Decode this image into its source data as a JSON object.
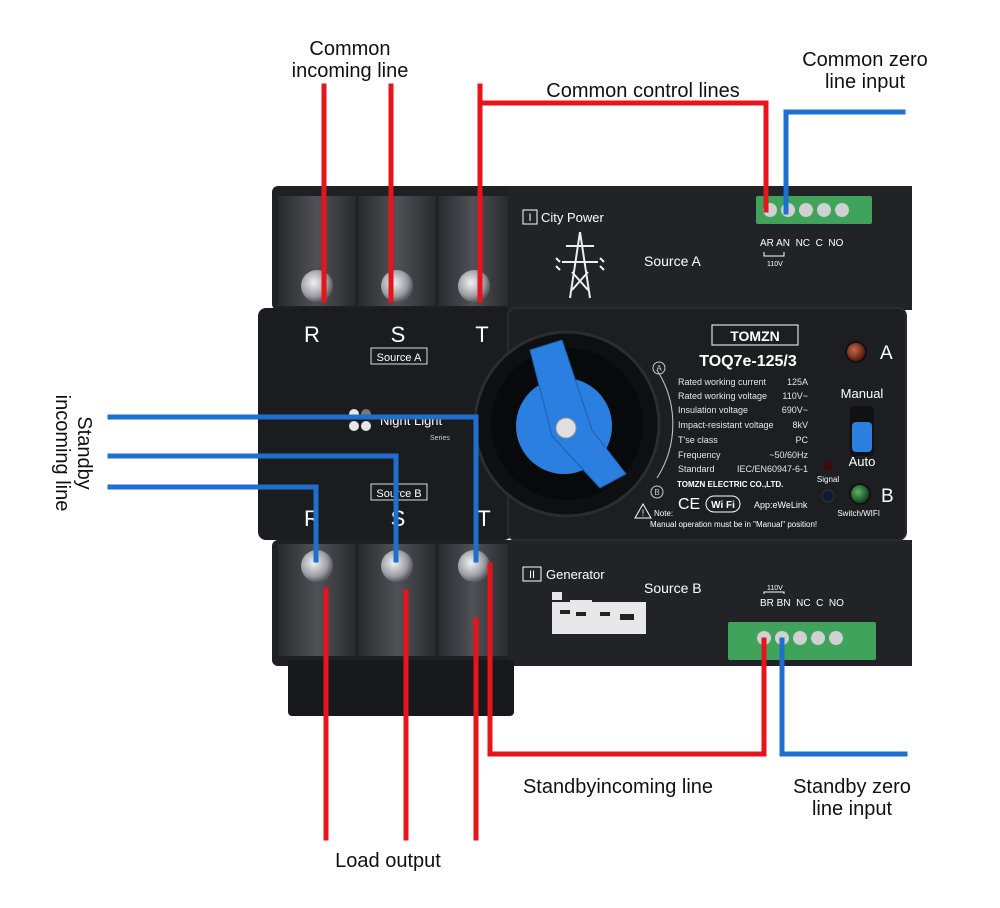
{
  "labels": {
    "common_incoming": [
      "Common",
      "incoming line"
    ],
    "common_control": "Common control lines",
    "common_zero": [
      "Common zero",
      "line input"
    ],
    "standby_incoming_left": [
      "Standby",
      "incoming line"
    ],
    "standby_incoming_bottom": "Standbyincoming line",
    "standby_zero": [
      "Standby zero",
      "line input"
    ],
    "load_output": "Load output"
  },
  "device": {
    "source_a_phases": [
      "R",
      "S",
      "T"
    ],
    "source_a_badge": "Source A",
    "source_b_phases": [
      "R",
      "S",
      "T"
    ],
    "source_b_badge": "Source B",
    "night_light": "Night Light",
    "night_light_series": "Series",
    "city_power_num": "I",
    "city_power": "City Power",
    "source_a_label": "Source A",
    "generator_num": "II",
    "generator": "Generator",
    "source_b_label": "Source B",
    "terminal_a_labels": "AR AN  NC  C  NO",
    "terminal_a_volt": "110V",
    "terminal_b_labels": "BR BN  NC  C  NO",
    "terminal_b_volt": "110V",
    "brand": "TOMZN",
    "model": "TOQ7e-125/3",
    "indicator_a": "A",
    "indicator_b": "B",
    "manual": "Manual",
    "auto": "Auto",
    "signal": "Signal",
    "dial_a": "A",
    "dial_b": "B",
    "specs": [
      {
        "k": "Rated working current",
        "v": "125A"
      },
      {
        "k": "Rated working voltage",
        "v": "110V~"
      },
      {
        "k": "Insulation voltage",
        "v": "690V~"
      },
      {
        "k": "Impact-resistant voltage",
        "v": "8kV"
      },
      {
        "k": "T'se class",
        "v": "PC"
      },
      {
        "k": "Frequency",
        "v": "~50/60Hz"
      },
      {
        "k": "Standard",
        "v": "IEC/EN60947-6-1"
      }
    ],
    "company": "TOMZN ELECTRIC CO.,LTD.",
    "ce": "CE",
    "wifi": "Wi Fi",
    "app": "App:eWeLink",
    "note_title": "Note:",
    "note_switch": "Switch/WIFI",
    "note_text": "Manual operation must be in \"Manual\" position!"
  },
  "colors": {
    "live_wire": "#e8141c",
    "neutral_wire": "#1e6fd0",
    "device_body": "#1c1d20",
    "knob": "#2a7fe0",
    "terminal_block": "#3fa35b"
  }
}
